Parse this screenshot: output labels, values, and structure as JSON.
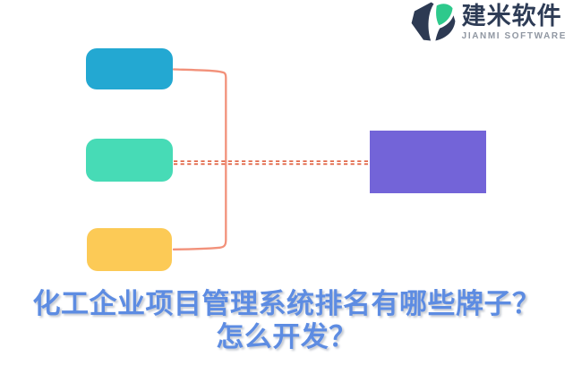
{
  "logo": {
    "name": "建米软件",
    "subtitle": "JIANMI SOFTWARE",
    "colors": {
      "navy": "#2d3a53",
      "leaf": "#2ec98c",
      "name_text": "#2e3c56",
      "subtitle_text": "#9097a2"
    }
  },
  "diagram": {
    "nodes": [
      {
        "id": "blue-box",
        "color": "#23a8d2"
      },
      {
        "id": "green-box",
        "color": "#47dbb6"
      },
      {
        "id": "yellow-box",
        "color": "#fcca56"
      },
      {
        "id": "purple-box",
        "color": "#7364d8"
      }
    ],
    "connector": {
      "solid_color": "#f2917a",
      "dashed_color": "#e06040",
      "description": "bracket joining three left nodes, double dashed link to right node"
    }
  },
  "title": {
    "line1": "化工企业项目管理系统排名有哪些牌子？",
    "line2": "怎么开发？",
    "color": "#5d8ce2"
  },
  "background": "#ffffff"
}
